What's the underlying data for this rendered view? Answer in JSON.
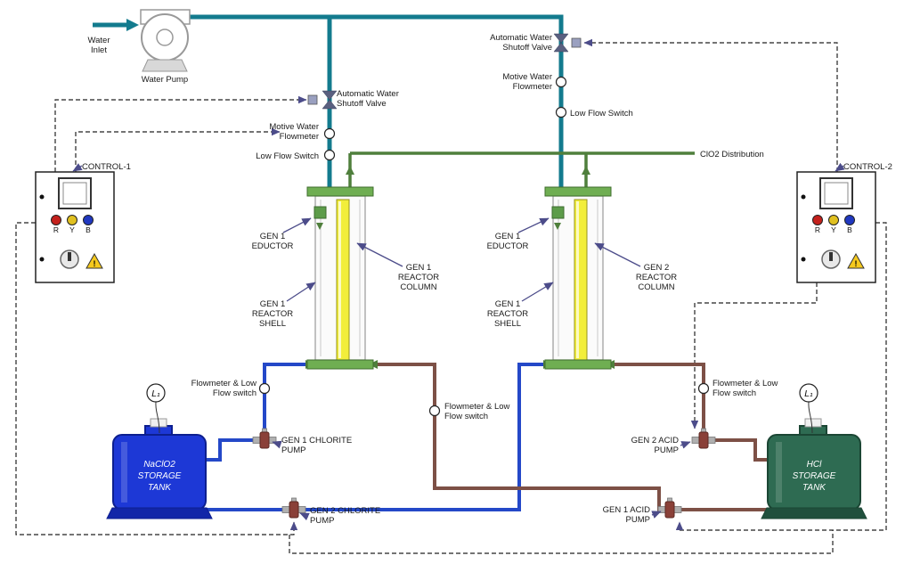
{
  "diagram": {
    "water_inlet": [
      "Water",
      "Inlet"
    ],
    "water_pump": "Water Pump",
    "valve1": [
      "Automatic Water",
      "Shutoff Valve"
    ],
    "flowmeter1": [
      "Motive Water",
      "Flowmeter"
    ],
    "lowflow1": "Low Flow Switch",
    "valve2": [
      "Automatic Water",
      "Shutoff Valve"
    ],
    "flowmeter2": [
      "Motive Water",
      "Flowmeter"
    ],
    "lowflow2": "Low Flow Switch",
    "control1": "CONTROL-1",
    "control2": "CONTROL-2",
    "clo2": "ClO2 Distribution",
    "eductor1": [
      "GEN 1",
      "EDUCTOR"
    ],
    "column1": [
      "GEN 1",
      "REACTOR",
      "COLUMN"
    ],
    "shell1": [
      "GEN 1",
      "REACTOR",
      "SHELL"
    ],
    "eductor2": [
      "GEN 1",
      "EDUCTOR"
    ],
    "column2": [
      "GEN 2",
      "REACTOR",
      "COLUMN"
    ],
    "shell2": [
      "GEN 1",
      "REACTOR",
      "SHELL"
    ],
    "fsw_left": [
      "Flowmeter & Low",
      "Flow switch"
    ],
    "fsw_mid": [
      "Flowmeter & Low",
      "Flow switch"
    ],
    "fsw_right": [
      "Flowmeter & Low",
      "Flow switch"
    ],
    "pump_chlorite1": [
      "GEN 1 CHLORITE",
      "PUMP"
    ],
    "pump_chlorite2": [
      "GEN 2 CHLORITE",
      "PUMP"
    ],
    "pump_acid2": [
      "GEN 2 ACID",
      "PUMP"
    ],
    "pump_acid1": [
      "GEN 1 ACID",
      "PUMP"
    ],
    "tank_naclo2": [
      "NaClO2",
      "STORAGE",
      "TANK"
    ],
    "tank_hcl": [
      "HCl",
      "STORAGE",
      "TANK"
    ],
    "level_left": "L₁",
    "level_right": "L₁",
    "panel_lights": [
      "R",
      "Y",
      "B"
    ],
    "warning_mark": "!"
  },
  "colors": {
    "water": "#137b8e",
    "clo2": "#4f7f3c",
    "chlorite": "#2448c8",
    "acid": "#7d5046",
    "dash": "#222222",
    "pointer": "#4c4c8a",
    "cap": "#6fae52",
    "column": "#f2ee3a",
    "tank_blue": "#1d38d6",
    "tank_green": "#2e6b52",
    "pump": "#8a4038",
    "light_red": "#c4211c",
    "light_yellow": "#e0c020",
    "light_blue": "#2038c0",
    "warning": "#f5c91e"
  }
}
